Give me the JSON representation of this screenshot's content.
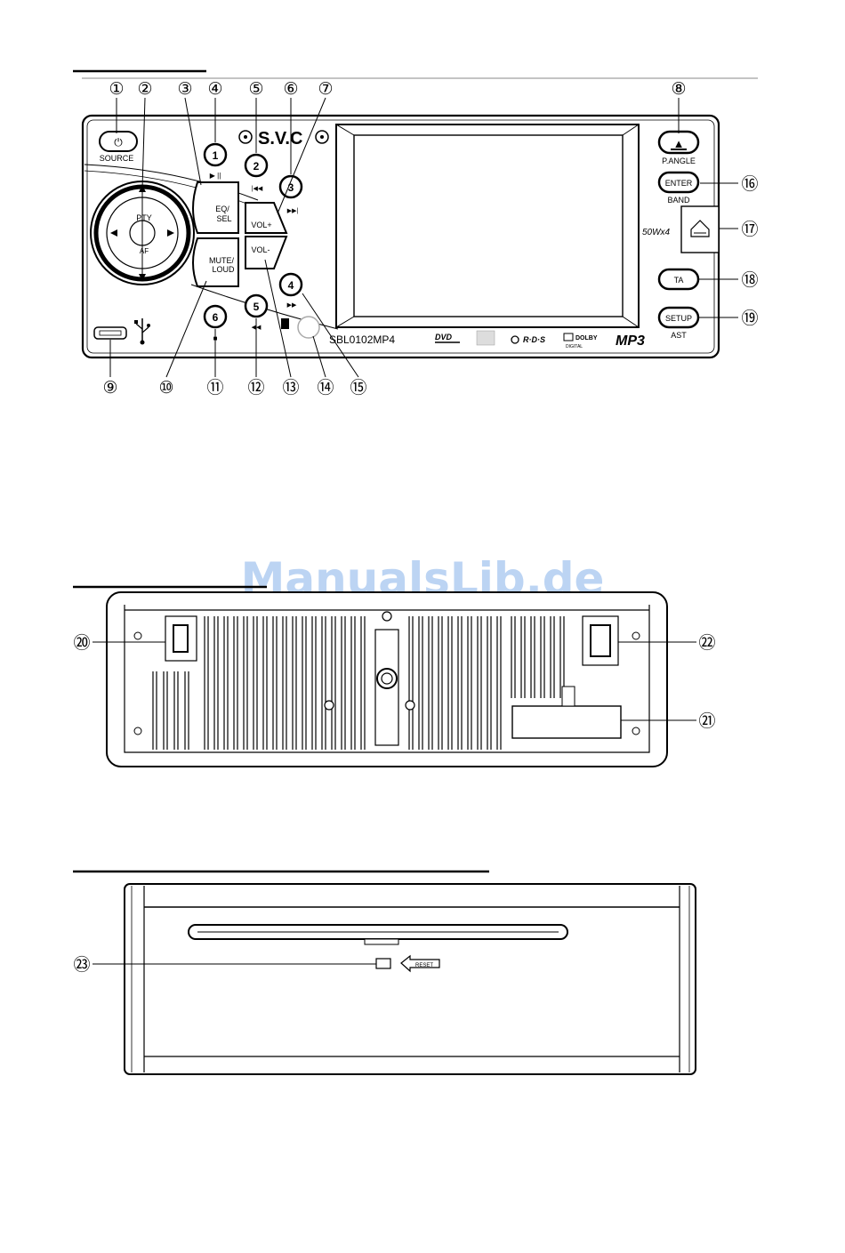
{
  "watermark": "ManualsLib.de",
  "front_panel": {
    "brand": "S.V.C",
    "model": "SBL0102MP4",
    "power_text": "50Wx4",
    "logos": {
      "dvd": "DVD",
      "rds": "R·D·S",
      "dolby": "DOLBY",
      "dolby_sub": "DIGITAL",
      "mp3": "MP3"
    },
    "buttons": {
      "power": "⏻",
      "source": "SOURCE",
      "eject": "▲",
      "p_angle": "P.ANGLE",
      "enter": "ENTER",
      "band": "BAND",
      "ta": "TA",
      "setup": "SETUP",
      "ast": "AST",
      "eq": "EQ/",
      "sel": "SEL",
      "mute": "MUTE/",
      "loud": "LOUD",
      "vol_plus": "VOL+",
      "vol_minus": "VOL-",
      "pty": "PTY",
      "af": "AF",
      "preset_1": "1",
      "preset_2": "2",
      "preset_3": "3",
      "preset_4": "4",
      "preset_5": "5",
      "preset_6": "6",
      "sym_1": "▶ ||",
      "sym_2": "|◀◀",
      "sym_3": "▶▶|",
      "sym_4": "▶▶",
      "sym_5": "◀◀",
      "sym_6": "■"
    },
    "callouts": [
      "①",
      "②",
      "③",
      "④",
      "⑤",
      "⑥",
      "⑦",
      "⑧",
      "⑨",
      "⑩",
      "⑪",
      "⑫",
      "⑬",
      "⑭",
      "⑮",
      "⑯",
      "⑰",
      "⑱",
      "⑲"
    ]
  },
  "back_panel": {
    "callouts": [
      "⑳",
      "㉑",
      "㉒"
    ]
  },
  "side_panel": {
    "reset": "RESET",
    "callouts": [
      "㉓"
    ]
  }
}
